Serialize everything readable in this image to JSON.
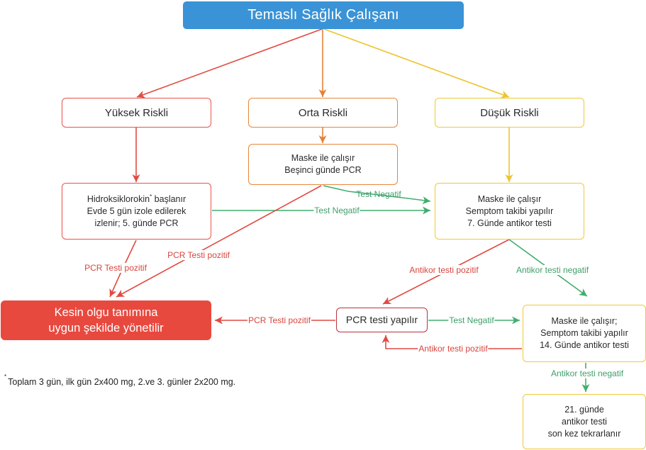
{
  "colors": {
    "title_fill": "#3a93d6",
    "high_risk": "#e5534a",
    "medium_risk": "#e8873a",
    "low_risk": "#efc93a",
    "negative": "#3fae6c",
    "positive": "#e5534a",
    "final_fill": "#e8493f"
  },
  "nodes": {
    "root": {
      "lines": [
        "Temaslı Sağlık Çalışanı"
      ]
    },
    "high_risk": {
      "lines": [
        "Yüksek Riskli"
      ]
    },
    "medium_risk": {
      "lines": [
        "Orta Riskli"
      ]
    },
    "low_risk": {
      "lines": [
        "Düşük Riskli"
      ]
    },
    "high_action": {
      "lines": [
        "Hidroksiklorokin",
        "Evde 5 gün izole edilerek",
        "izlenir; 5. günde PCR"
      ],
      "line0_after_mark": " başlanır",
      "footnote_mark": "*"
    },
    "medium_action": {
      "lines": [
        "Maske ile çalışır",
        "Beşinci günde PCR"
      ]
    },
    "low_action": {
      "lines": [
        "Maske ile çalışır",
        "Semptom takibi yapılır",
        "7. Günde antikor testi"
      ]
    },
    "final": {
      "lines": [
        "Kesin olgu tanımına",
        "uygun şekilde yönetilir"
      ]
    },
    "pcr_test": {
      "lines": [
        "PCR testi yapılır"
      ]
    },
    "day14": {
      "lines": [
        "Maske ile çalışır;",
        "Semptom takibi yapılır",
        "14. Günde antikor testi"
      ]
    },
    "day21": {
      "lines": [
        "21. günde",
        "antikor testi",
        "son kez tekrarlanır"
      ]
    }
  },
  "edges": [
    {
      "id": "root-high",
      "from": "root",
      "to": "high_risk",
      "kind": "high_risk",
      "label": ""
    },
    {
      "id": "root-medium",
      "from": "root",
      "to": "medium_risk",
      "kind": "medium_risk",
      "label": ""
    },
    {
      "id": "root-low",
      "from": "root",
      "to": "low_risk",
      "kind": "low_risk",
      "label": ""
    },
    {
      "id": "high-action",
      "from": "high_risk",
      "to": "high_action",
      "kind": "high_risk",
      "label": ""
    },
    {
      "id": "medium-action",
      "from": "medium_risk",
      "to": "medium_action",
      "kind": "medium_risk",
      "label": ""
    },
    {
      "id": "low-action",
      "from": "low_risk",
      "to": "low_action",
      "kind": "low_risk",
      "label": ""
    },
    {
      "id": "medium-neg",
      "from": "medium_action",
      "to": "low_action",
      "kind": "negative",
      "label": "Test Negatif"
    },
    {
      "id": "high-neg",
      "from": "high_action",
      "to": "low_action",
      "kind": "negative",
      "label": "Test Negatif"
    },
    {
      "id": "high-pos",
      "from": "high_action",
      "to": "final",
      "kind": "positive",
      "label": "PCR Testi pozitif"
    },
    {
      "id": "medium-pos",
      "from": "medium_action",
      "to": "final",
      "kind": "positive",
      "label": "PCR Testi pozitif"
    },
    {
      "id": "low-pos",
      "from": "low_action",
      "to": "pcr_test",
      "kind": "positive",
      "label": "Antikor testi pozitif"
    },
    {
      "id": "low-neg",
      "from": "low_action",
      "to": "day14",
      "kind": "negative",
      "label": "Antikor testi negatif"
    },
    {
      "id": "pcr-pos",
      "from": "pcr_test",
      "to": "final",
      "kind": "positive",
      "label": "PCR Testi pozitif"
    },
    {
      "id": "pcr-neg",
      "from": "pcr_test",
      "to": "day14",
      "kind": "negative",
      "label": "Test Negatif"
    },
    {
      "id": "day14-pos",
      "from": "day14",
      "to": "pcr_test",
      "kind": "positive",
      "label": "Antikor testi pozitif"
    },
    {
      "id": "day14-neg",
      "from": "day14",
      "to": "day21",
      "kind": "negative",
      "label": "Antikor testi negatif"
    }
  ],
  "footnote": {
    "mark": "*",
    "text": "Toplam 3 gün, ilk gün 2x400 mg, 2.ve 3. günler 2x200 mg."
  }
}
